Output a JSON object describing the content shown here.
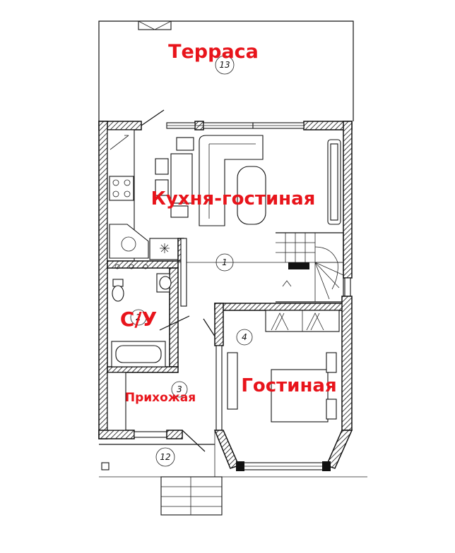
{
  "rooms": {
    "terrace": {
      "label": "Терраса",
      "number": "13"
    },
    "kitchen_living": {
      "label": "Кухня-гостиная",
      "number": "1"
    },
    "bathroom": {
      "label": "С/У",
      "number": "2"
    },
    "hallway": {
      "label": "Прихожая",
      "number": "3"
    },
    "living_room": {
      "label": "Гостиная",
      "number": "4"
    },
    "porch": {
      "number": "12"
    }
  },
  "colors": {
    "label_red": "#e8141b",
    "line": "#111111"
  }
}
